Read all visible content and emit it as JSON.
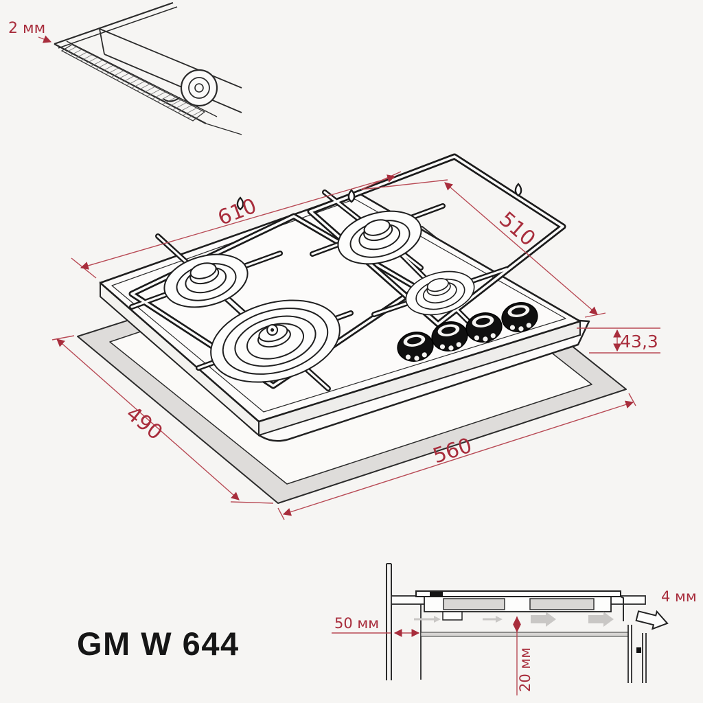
{
  "model": {
    "label": "GM W 644"
  },
  "edge_detail": {
    "dimension_label": "2 мм"
  },
  "hob_view": {
    "dim_top_width": "610",
    "dim_right_depth": "510",
    "dim_body_height": "43,3",
    "dim_cutout_depth": "490",
    "dim_cutout_width": "560"
  },
  "install_view": {
    "dim_side_clearance": "50 мм",
    "dim_under_clearance": "20 мм",
    "dim_rear_gap": "4 мм"
  },
  "colors": {
    "dimension_red": "#a82d3c",
    "line_black": "#1f1f1f",
    "cutout_gray": "#dedcda"
  }
}
